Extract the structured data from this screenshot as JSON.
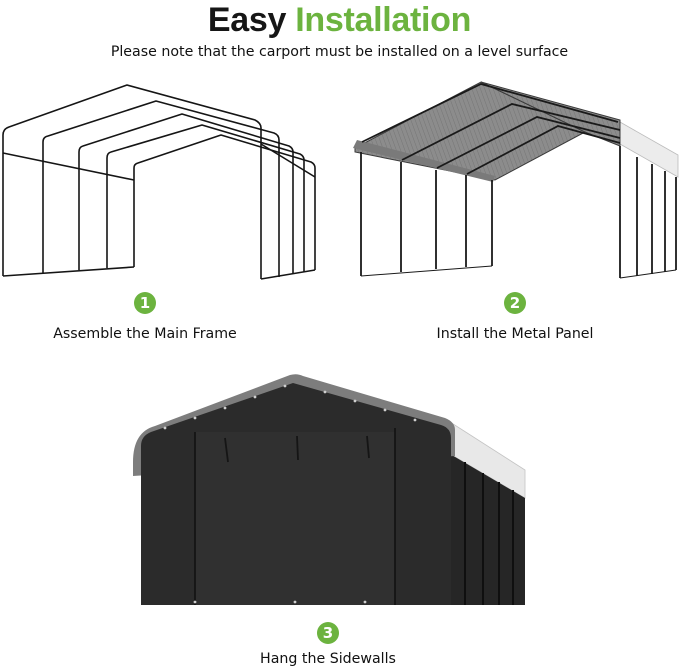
{
  "header": {
    "title_part1": "Easy",
    "title_part2": "Installation",
    "subtitle": "Please note that the carport must be installed on a level surface"
  },
  "colors": {
    "accent_green": "#6cb33f",
    "title_dark": "#161616",
    "roof_gray": "#8a8a8a",
    "sidewall_black": "#2a2a2a",
    "side_panel_white": "#e6e6e6"
  },
  "steps": [
    {
      "number": "1",
      "label": "Assemble the Main Frame",
      "illustration": "carport-frame-outline"
    },
    {
      "number": "2",
      "label": "Install the Metal Panel",
      "illustration": "carport-with-metal-roof"
    },
    {
      "number": "3",
      "label": "Hang the Sidewalls",
      "illustration": "carport-with-black-sidewalls"
    }
  ]
}
